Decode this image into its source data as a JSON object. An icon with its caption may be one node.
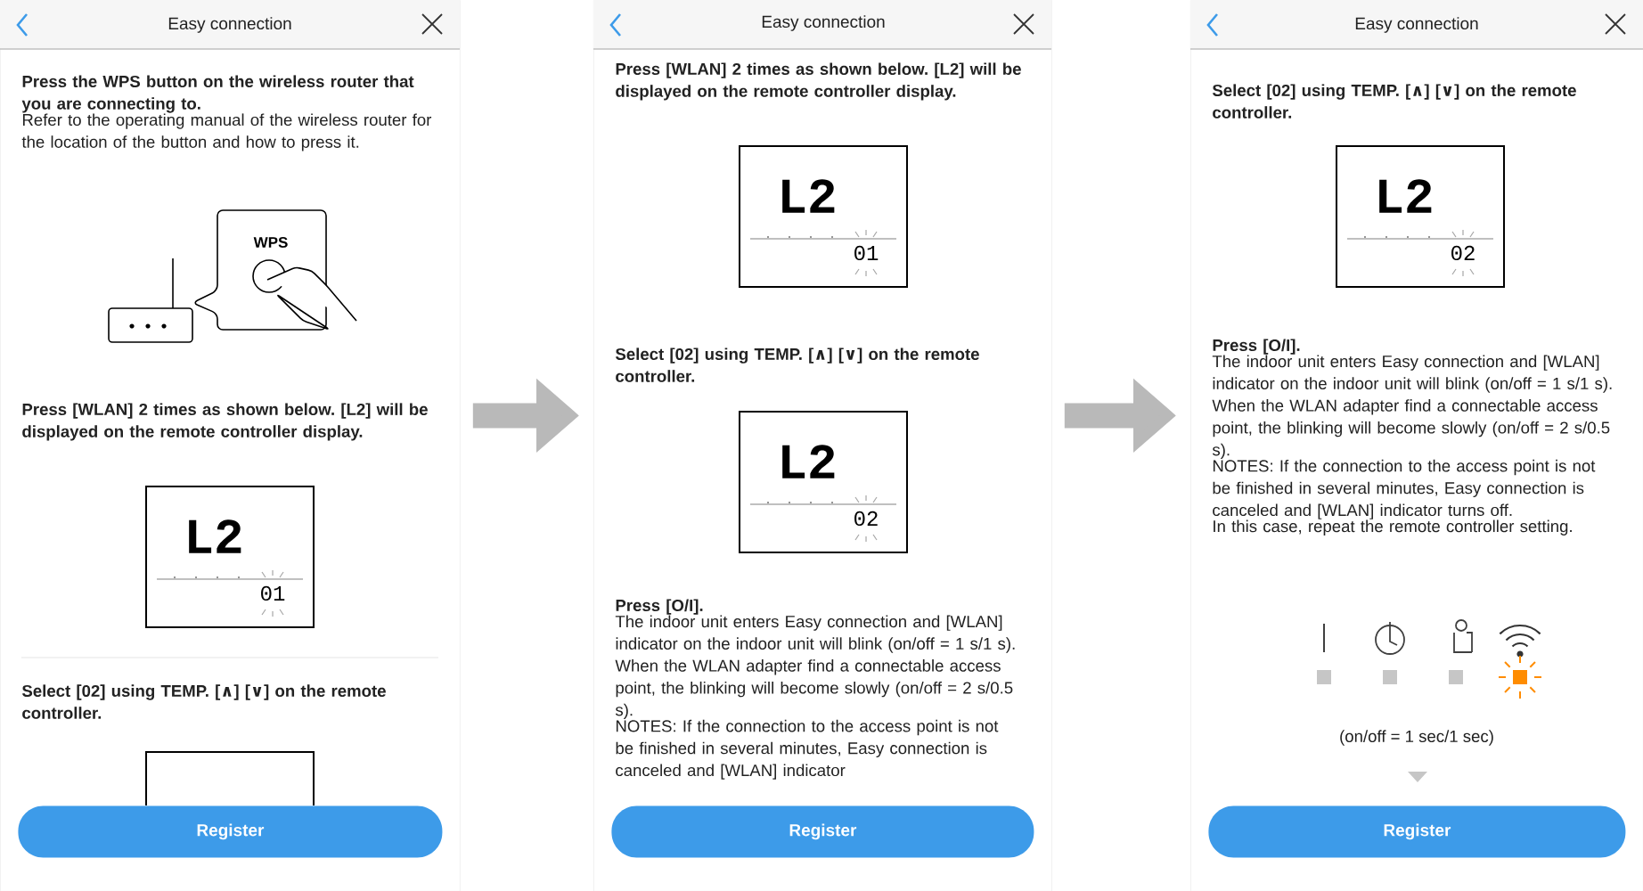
{
  "diagram": {
    "nodes": [
      {
        "text": [
          "Easy connection",
          "Press the WPS button on the wireless router that you are connecting to.",
          "Refer to the operating manual of the wireless router for the location of the button and how to press it.",
          "Press [WLAN] 2 times as shown below. [L2] will be displayed on the remote controller display.",
          "Select [02] using TEMP. [∧] [∨] on the remote controller."
        ]
      },
      {
        "text": [
          "WPS"
        ],
        "in": 0
      },
      {
        "text": [
          "L2",
          "01"
        ],
        "in": 0
      },
      {
        "text": [],
        "shape": "box",
        "in": 0
      },
      {
        "text": [
          "Register"
        ],
        "in": 0
      },
      {
        "text": [
          "Easy connection",
          "Press [WLAN] 2 times as shown below. [L2] will be displayed on the remote controller display.",
          "Select [02] using TEMP. [∧] [∨] on the remote controller.",
          "Press [O/I].",
          "The indoor unit enters Easy connection and [WLAN] indicator on the indoor unit will blink (on/off = 1 s/1 s). When the WLAN adapter find a connectable access point, the blinking will become slowly (on/off = 2 s/0.5 s).",
          "NOTES: If the connection to the access point is not be finished in several minutes, Easy connection is canceled and [WLAN] indicator"
        ]
      },
      {
        "text": [
          "L2",
          "01"
        ],
        "in": 5
      },
      {
        "text": [
          "L2",
          "02"
        ],
        "in": 5
      },
      {
        "text": [
          "Register"
        ],
        "in": 5
      },
      {
        "text": [
          "Easy connection",
          "Select [02] using TEMP. [∧] [∨] on the remote controller.",
          "Press [O/I].",
          "The indoor unit enters Easy connection and [WLAN] indicator on the indoor unit will blink (on/off = 1 s/1 s). When the WLAN adapter find a connectable access point, the blinking will become slowly (on/off = 2 s/0.5 s).",
          "NOTES: If the connection to the access point is not be finished in several minutes, Easy connection is canceled and [WLAN] indicator turns off.",
          "In this case, repeat the remote controller setting.",
          "(on/off = 1 sec/1 sec)"
        ]
      },
      {
        "text": [
          "L2",
          "02"
        ],
        "in": 9
      },
      {
        "text": [
          "Register"
        ],
        "in": 9
      }
    ],
    "edges": [
      {
        "from": 0,
        "to": 5,
        "arrow": "to"
      },
      {
        "from": 5,
        "to": 9,
        "arrow": "to"
      }
    ]
  }
}
